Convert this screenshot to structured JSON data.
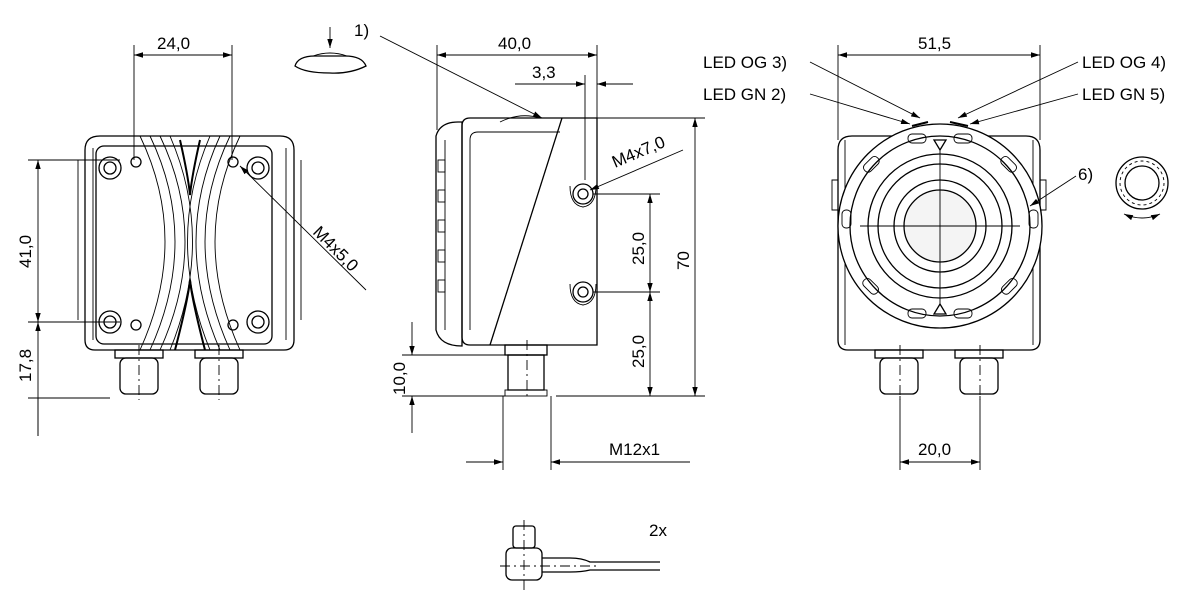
{
  "front_view": {
    "dim_width": "24,0",
    "dim_height": "41,0",
    "dim_bottom": "17,8",
    "thread_label": "M4x5,0"
  },
  "side_view": {
    "note_marker": "1)",
    "dim_width": "40,0",
    "dim_offset": "3,3",
    "thread_label": "M4x7,0",
    "dim_spacing": "25,0",
    "dim_lower": "25,0",
    "dim_total_height": "70",
    "dim_connector": "10,0",
    "connector_thread": "M12x1"
  },
  "rear_view": {
    "dim_width": "51,5",
    "led_og3": "LED OG 3)",
    "led_gn2": "LED GN 2)",
    "led_og4": "LED OG 4)",
    "led_gn5": "LED GN 5)",
    "note_marker": "6)",
    "dim_connector_spacing": "20,0"
  },
  "cable": {
    "quantity": "2x"
  }
}
